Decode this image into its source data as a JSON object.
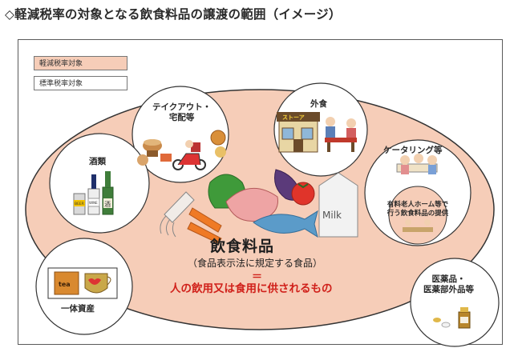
{
  "title": "◇軽減税率の対象となる飲食料品の譲渡の範囲（イメージ）",
  "legend": {
    "reduced": "軽減税率対象",
    "standard": "標準税率対象"
  },
  "nodes": {
    "takeout_line1": "テイクアウト・",
    "takeout_line2": "宅配等",
    "eatin": "外食",
    "alcohol": "酒類",
    "catering": "ケータリング等",
    "nursing_line1": "有料老人ホーム等で",
    "nursing_line2": "行う飲食料品の提供",
    "bundle": "一体資産",
    "medicine_line1": "医薬品・",
    "medicine_line2": "医薬部外品等"
  },
  "center": {
    "title": "飲食料品",
    "sub": "（食品表示法に規定する食品）",
    "equals": "＝",
    "definition": "人の飲用又は食用に供されるもの"
  },
  "illustration_text": {
    "milk": "Milk",
    "tea": "tea",
    "beer": "BEER",
    "sake": "酒",
    "wine": "WINE",
    "shop_sign": "ストーア"
  },
  "colors": {
    "reduced_fill": "#f6cdb8",
    "definition_red": "#d0201a"
  }
}
